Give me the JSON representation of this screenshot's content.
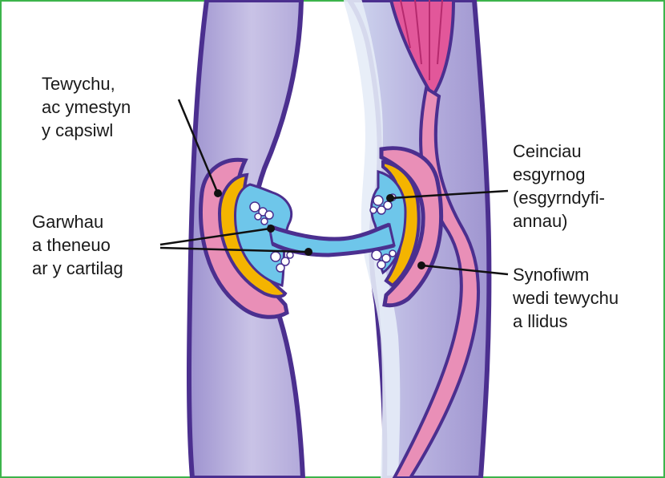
{
  "labels": {
    "capsule": [
      "Tewychu,",
      "ac ymestyn",
      "y capsiwl"
    ],
    "cartilage": [
      "Garwhau",
      "a theneuo",
      "ar y cartilag"
    ],
    "spurs": [
      "Ceinciau",
      "esgyrnog",
      "(esgyrndyfi-",
      "annau)"
    ],
    "synovium": [
      "Synofiwm",
      "wedi tewychu",
      "a llidus"
    ]
  },
  "colors": {
    "frame": "#3cb44b",
    "bone_fill": "#b7b0dc",
    "bone_outline": "#4b2f8f",
    "capsule_pink": "#e98fb7",
    "synovium_yellow": "#f4b400",
    "synovial_blue": "#6ec6ea",
    "tendon_pink": "#e2579a"
  }
}
